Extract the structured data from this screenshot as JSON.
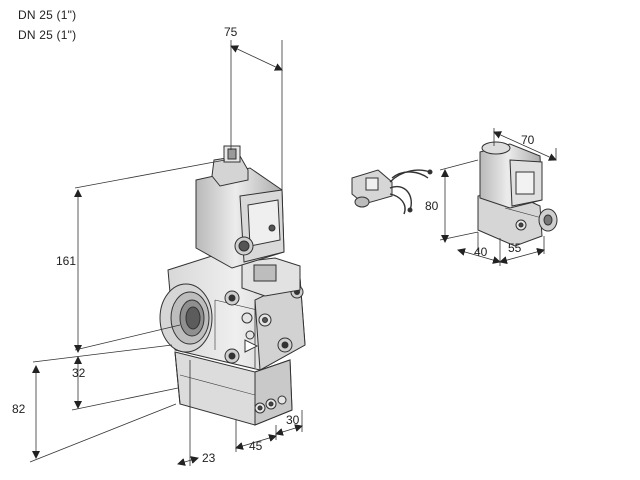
{
  "header": {
    "line1": "DN 25 (1\")",
    "line2": "DN 25 (1\")"
  },
  "dimensions": {
    "top_width": "75",
    "height_upper": "161",
    "height_flange": "32",
    "height_lower": "82",
    "depth_bottom": "23",
    "width_bottom": "45",
    "width_side": "30",
    "small_width": "70",
    "small_height": "80",
    "small_depth_a": "40",
    "small_depth_b": "55"
  },
  "colors": {
    "body_light": "#e9e9e9",
    "body_mid": "#cfcfcf",
    "body_dark": "#9c9c9c",
    "line": "#333333"
  }
}
